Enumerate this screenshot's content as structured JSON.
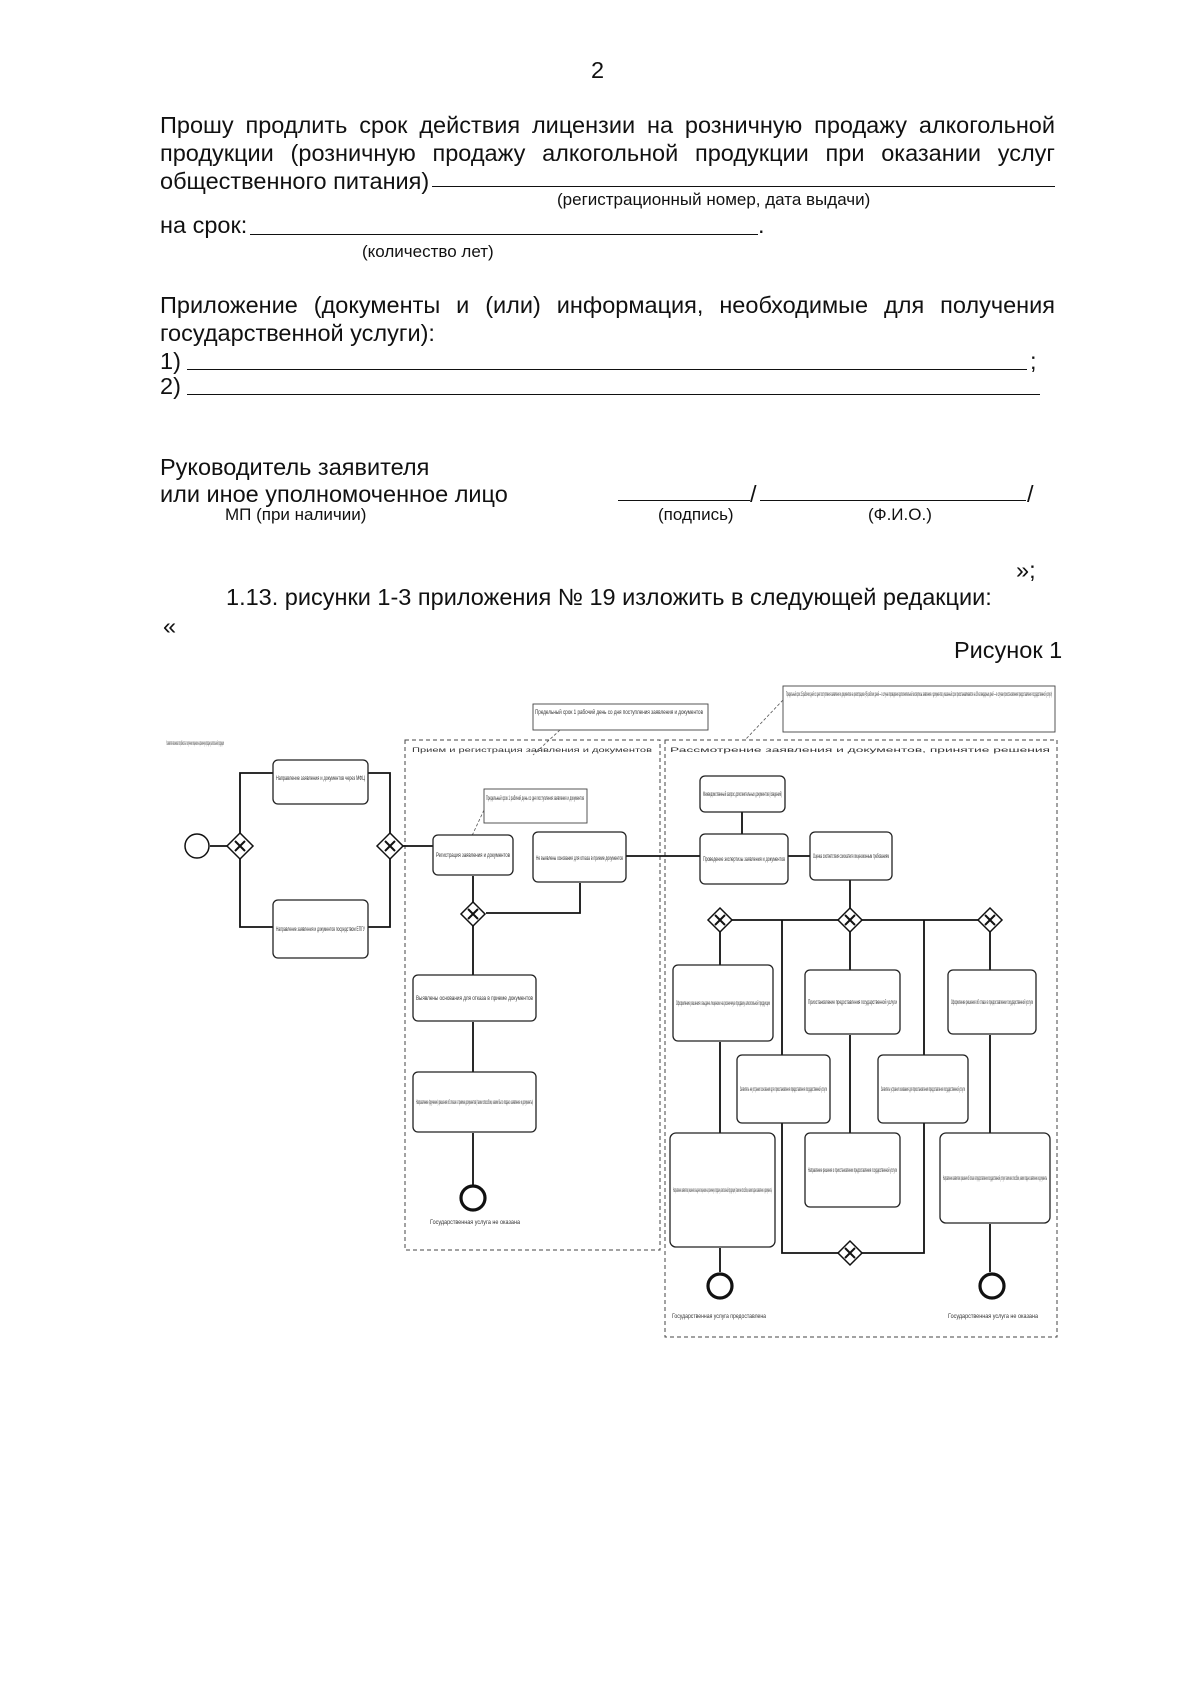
{
  "page_number": "2",
  "request": {
    "line1": "Прошу продлить срок действия лицензии на розничную продажу алкогольной",
    "line2": "продукции (розничную продажу алкогольной продукции при оказании услуг",
    "line3": "общественного питания)",
    "reg_caption": "(регистрационный номер, дата выдачи)",
    "term_label": "на срок:",
    "term_end": ".",
    "term_caption": "(количество лет)"
  },
  "attachment": {
    "line1": "Приложение (документы и (или) информация, необходимые для получения",
    "line2": "государственной услуги):",
    "item1_num": "1)",
    "item1_end": ";",
    "item2_num": "2)"
  },
  "signature": {
    "line1": "Руководитель заявителя",
    "line2": "или иное уполномоченное лицо",
    "mp": "МП (при наличии)",
    "slash": "/",
    "sign_caption": "(подпись)",
    "fio_caption": "(Ф.И.О.)"
  },
  "closing_quote": "»;",
  "item_113": "1.13. рисунки 1-3 приложения № 19 изложить в следующей редакции:",
  "opening_quote": "«",
  "figure_label": "Рисунок 1",
  "diagram": {
    "note_reg": "Предельный срок 1 рабочий день со дня поступления заявления и документов",
    "note_review": "Предельный срок 15 рабочих дней со дня поступления заявления и документов на регистрацию (45 рабочих дней — в случае проведения дополнительной экспертизы заявления и документов; указанный срок приостанавливается на 30 календарных дней — в случае приостановления предоставления государственной услуги)",
    "note_small": "Предельный срок 1 рабочий день со дня поступления заявления и документов",
    "pool_left_title": "Прием и регистрация заявления и документов",
    "pool_right_title": "Рассмотрение заявления и документов, принятие решения",
    "start_text": "У заявителя возникла потребность в получении лицензии на розничную продажу алкогольной продукции",
    "task_mail": "Направление заявления и документов через МФЦ",
    "task_epgu": "Направление заявления и документов посредством ЕПГУ",
    "task_register": "Регистрация заявления и документов",
    "task_no_grounds": "Не выявлены основания для отказа в приеме документов",
    "task_grounds": "Выявлены основания для отказа в приеме документов",
    "task_refuse_accept": "Направление (вручение) решения об отказе в приеме документов (таким способом, каким было подано заявление и документы)",
    "end_refuse": "Государственная услуга не оказана",
    "task_interagency": "Межведомственный запрос дополнительных документов (сведений)",
    "task_expertise": "Проведение экспертизы заявления и документов",
    "task_evaluation": "Оценка соответствия соискателя лицензионным требованиям",
    "task_decision_grant": "Оформление решения о выдаче лицензии на розничную продажу алкогольной продукции",
    "task_suspend": "Приостановление предоставления государственной услуги",
    "task_refuse": "Оформление решения об отказе в предоставлении государственной услуги",
    "task_not_fixed": "Заявитель не устранил основания для приостановления предоставления государственной услуги",
    "task_fixed": "Заявитель устранил основания для приостановления предоставления государственной услуги",
    "task_send_license": "Направление заявителю решения о выдаче лицензии на розничную продажу алкогольной продукции (таким же способом, каким подано заявление и документы)",
    "task_send_suspend": "Направление решения о приостановлении предоставления государственной услуги",
    "task_send_refuse": "Направление заявителю решения об отказе в предоставлении государственной услуги таким же способом, каким подано заявление и документы",
    "end_provided": "Государственная услуга предоставлена",
    "end_not_provided": "Государственная услуга не оказана"
  }
}
